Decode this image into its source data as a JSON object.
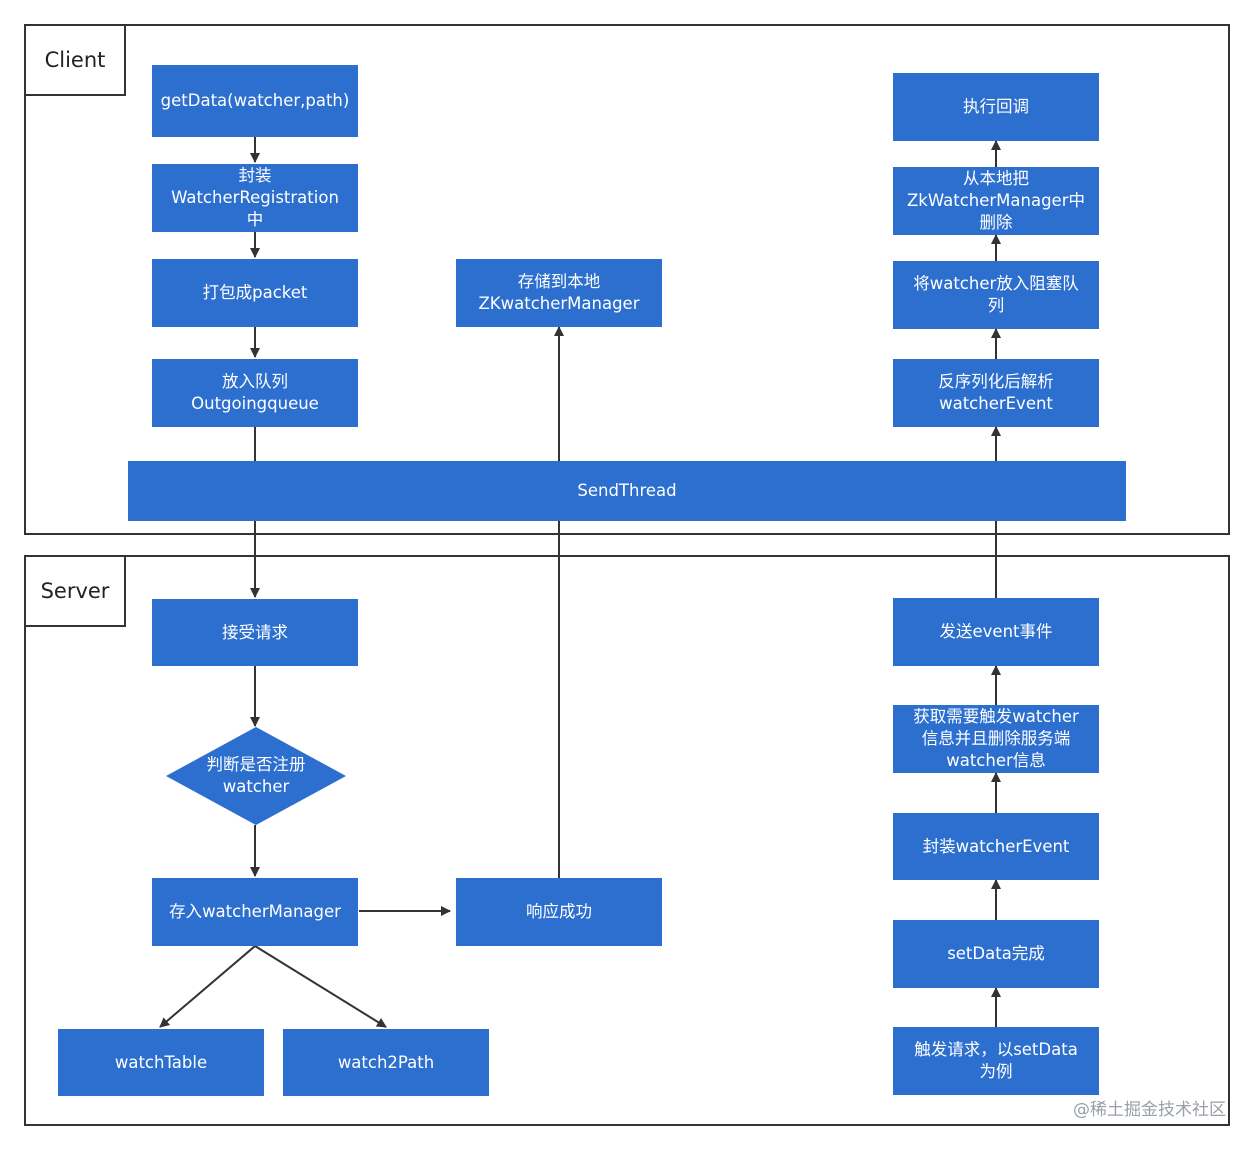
{
  "panels": {
    "client": "Client",
    "server": "Server"
  },
  "nodes": {
    "getdata": "getData(watcher,path)",
    "wrap_registration": "封装\nWatcherRegistration\n中",
    "pack_packet": "打包成packet",
    "enqueue_outgoing": "放入队列\nOutgoingqueue",
    "store_local": "存储到本地\nZKwatcherManager",
    "send_thread": "SendThread",
    "execute_callback": "执行回调",
    "remove_local": "从本地把\nZkWatcherManager中\n删除",
    "put_blocking_queue": "将watcher放入阻塞队\n列",
    "deserialize_event": "反序列化后解析\nwatcherEvent",
    "accept_request": "接受请求",
    "check_registered": "判断是否注册\nwatcher",
    "store_watcher_manager": "存入watcherManager",
    "respond_success": "响应成功",
    "watch_table": "watchTable",
    "watch2path": "watch2Path",
    "send_event": "发送event事件",
    "get_and_remove_watcher": "获取需要触发watcher\n信息并且删除服务端\nwatcher信息",
    "wrap_watcher_event": "封装watcherEvent",
    "setdata_done": "setData完成",
    "trigger_request": "触发请求，以setData\n为例"
  },
  "colors": {
    "node_fill": "#2c6fcf",
    "edge": "#333333",
    "border": "#333333"
  },
  "watermark": "@稀土掘金技术社区"
}
